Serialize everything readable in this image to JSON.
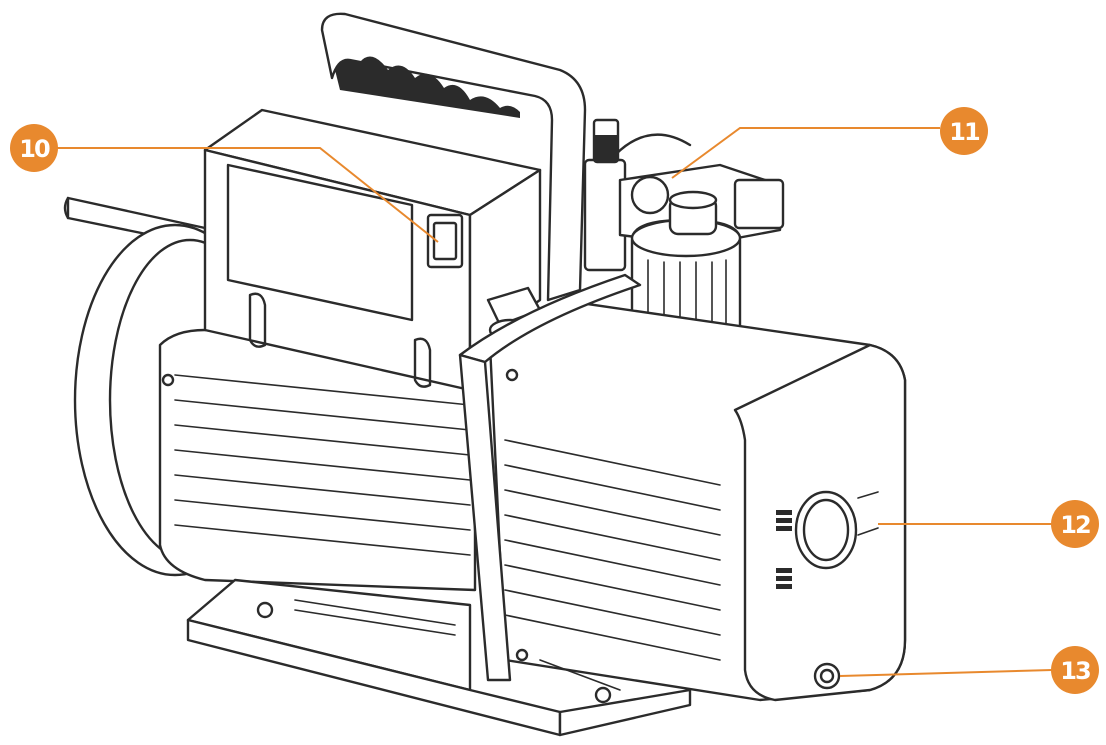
{
  "diagram": {
    "accent_color": "#e8892e",
    "line_color": "#2b2b2b",
    "callouts": [
      {
        "id": "callout-10",
        "label": "10"
      },
      {
        "id": "callout-11",
        "label": "11"
      },
      {
        "id": "callout-12",
        "label": "12"
      },
      {
        "id": "callout-13",
        "label": "13"
      }
    ]
  }
}
